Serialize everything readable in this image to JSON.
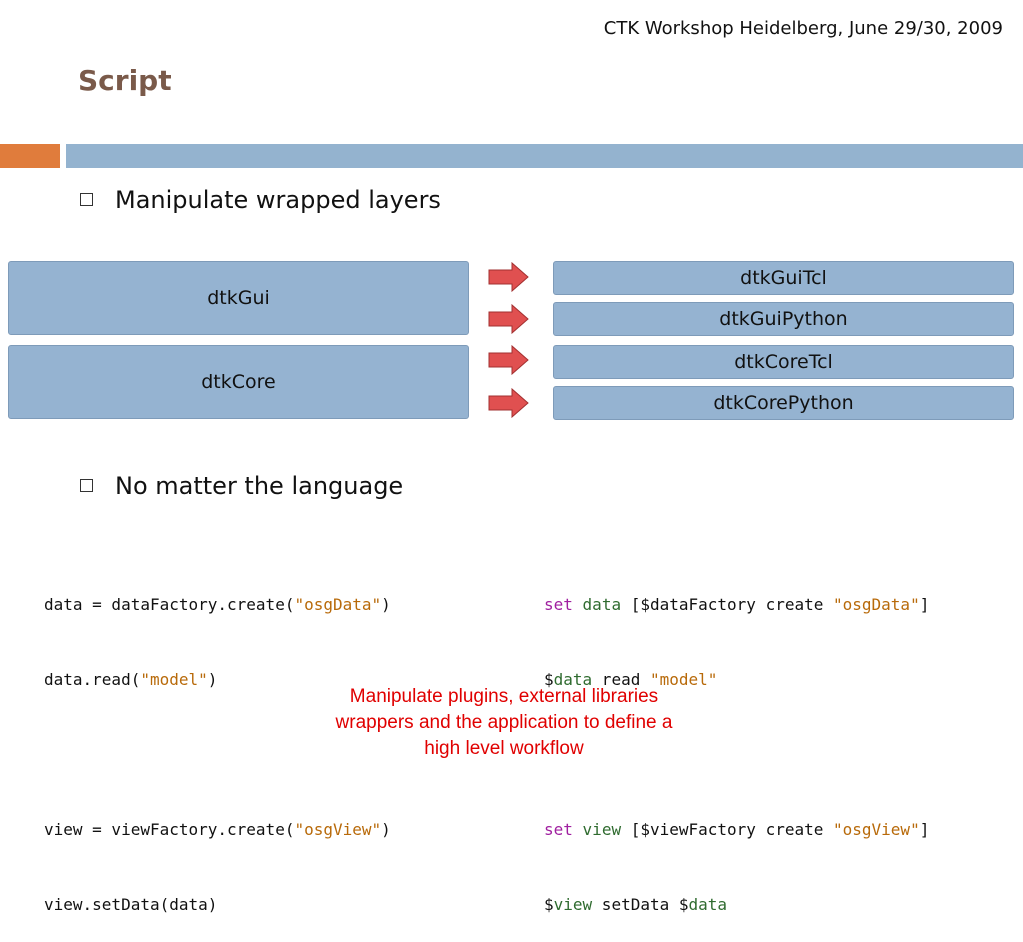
{
  "header": {
    "event": "CTK Workshop Heidelberg, June 29/30, 2009",
    "title": "Script"
  },
  "bullets": [
    "Manipulate wrapped layers",
    "No matter the language"
  ],
  "layers": {
    "base": [
      "dtkGui",
      "dtkCore"
    ],
    "wrappers": [
      "dtkGuiTcl",
      "dtkGuiPython",
      "dtkCoreTcl",
      "dtkCorePython"
    ]
  },
  "code": {
    "python": [
      {
        "a": "data = dataFactory.create(",
        "s": "\"osgData\"",
        "b": ")"
      },
      {
        "a": "data.read(",
        "s": "\"model\"",
        "b": ")"
      },
      {
        "a": "view = viewFactory.create(",
        "s": "\"osgView\"",
        "b": ")"
      },
      {
        "a": "view.setData(data)",
        "s": "",
        "b": ""
      }
    ],
    "tcl": [
      {
        "kw": "set",
        "v": "data",
        "a": " [$dataFactory create ",
        "s": "\"osgData\"",
        "b": "]"
      },
      {
        "p": "$",
        "v": "data",
        "a": " read ",
        "s": "\"model\""
      },
      {
        "kw": "set",
        "v": "view",
        "a": " [$viewFactory create ",
        "s": "\"osgView\"",
        "b": "]"
      },
      {
        "p": "$",
        "v": "view",
        "a": " setData $",
        "v2": "data"
      }
    ]
  },
  "caption": [
    "Manipulate plugins, external libraries",
    "wrappers and the application to define a",
    "high level workflow"
  ],
  "colors": {
    "title": "#7a5a4a",
    "accent_orange": "#e07c3c",
    "accent_blue": "#94b3cf",
    "box_fill": "#95b3d1",
    "arrow_fill": "#e05050",
    "string": "#b86a0a",
    "keyword": "#a020a0",
    "variable": "#2f6b2f",
    "caption": "#e00000"
  }
}
